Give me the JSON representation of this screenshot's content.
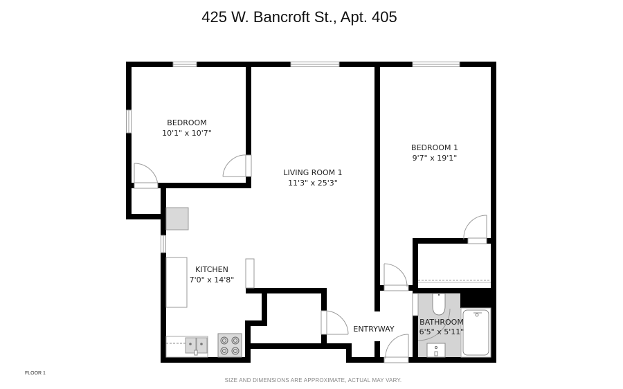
{
  "header": {
    "title": "425 W. Bancroft St., Apt. 405"
  },
  "footer": {
    "floor_label": "FLOOR 1",
    "disclaimer": "SIZE AND DIMENSIONS ARE APPROXIMATE, ACTUAL MAY VARY."
  },
  "rooms": [
    {
      "name": "BEDROOM",
      "dimensions": "10'1\" x 10'7\""
    },
    {
      "name": "LIVING ROOM 1",
      "dimensions": "11'3\" x 25'3\""
    },
    {
      "name": "BEDROOM 1",
      "dimensions": "9'7\" x 19'1\""
    },
    {
      "name": "KITCHEN",
      "dimensions": "7'0\" x 14'8\""
    },
    {
      "name": "ENTRYWAY",
      "dimensions": ""
    },
    {
      "name": "BATHROOM",
      "dimensions": "6'5\" x 5'11\""
    }
  ],
  "colors": {
    "wall": "#000000",
    "fixture": "#d9d9d9",
    "bathroom_floor": "#d4d4d4",
    "door_arc": "#888888"
  }
}
